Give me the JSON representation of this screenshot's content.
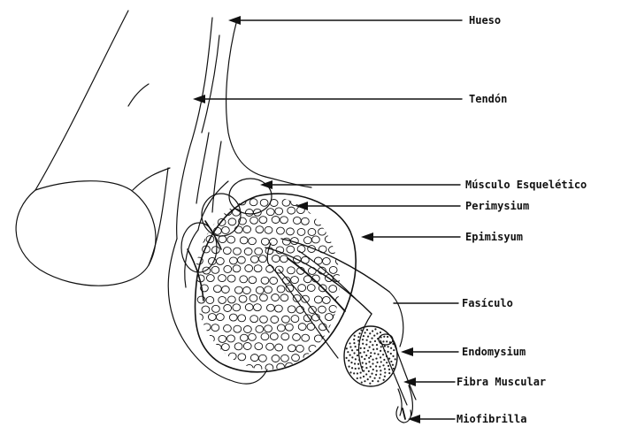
{
  "labels": {
    "hueso": "Hueso",
    "tendon": "Tendón",
    "musculo_esqueletico": "Músculo Esquelético",
    "perimysium": "Perimysium",
    "epimisyum": "Epimisyum",
    "fasciculo": "Fasículo",
    "endomysium": "Endomysium",
    "fibra_muscular": "Fibra Muscular",
    "miofibrilla": "Miofibrilla"
  },
  "colors": {
    "ink": "#111111",
    "background": "#ffffff"
  }
}
